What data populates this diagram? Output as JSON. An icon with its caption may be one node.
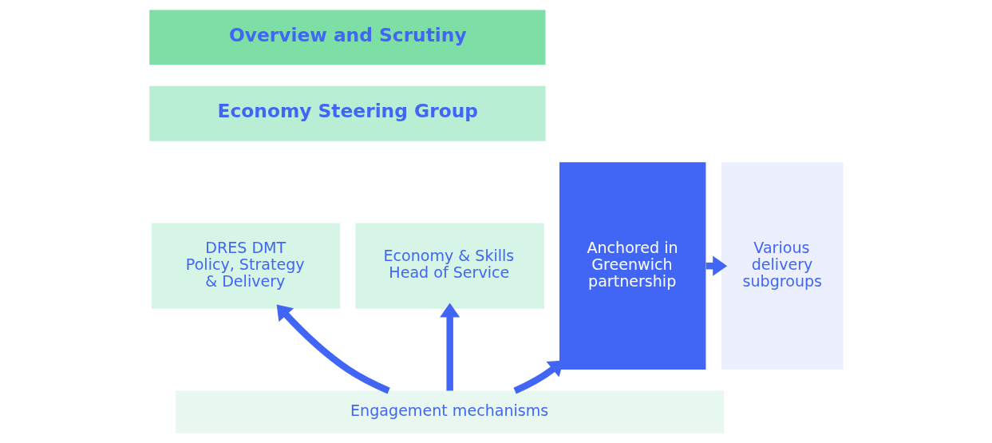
{
  "diagram": {
    "nodes": [
      {
        "text": [
          "Overview and Scrutiny"
        ]
      },
      {
        "text": [
          "Economy Steering Group"
        ]
      },
      {
        "text": [
          "DRES DMT",
          "Policy, Strategy & Delivery"
        ]
      },
      {
        "text": [
          "Economy & Skills",
          "Head of Service"
        ]
      },
      {
        "text": [
          "Anchored in Greenwich partnership"
        ]
      },
      {
        "text": [
          "Various delivery subgroups"
        ]
      },
      {
        "text": [
          "Engagement mechanisms"
        ]
      }
    ],
    "edges": [
      {
        "from": 4,
        "to": 5,
        "arrow": "to"
      },
      {
        "from": 6,
        "to": 2,
        "arrow": "to"
      },
      {
        "from": 6,
        "to": 3,
        "arrow": "to"
      },
      {
        "from": 6,
        "to": 4,
        "arrow": "to"
      }
    ]
  }
}
